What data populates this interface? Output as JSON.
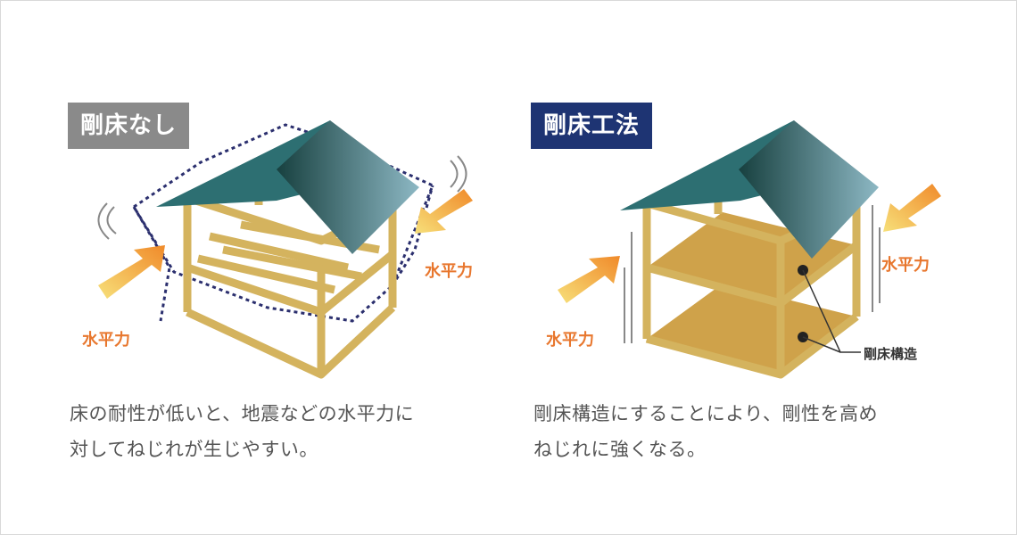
{
  "left": {
    "badge": "剛床なし",
    "force_label_1": "水平力",
    "force_label_2": "水平力",
    "caption_line1": "床の耐性が低いと、地震などの水平力に",
    "caption_line2": "対してねじれが生じやすい。"
  },
  "right": {
    "badge": "剛床工法",
    "force_label_1": "水平力",
    "force_label_2": "水平力",
    "floor_label": "剛床構造",
    "caption_line1": "剛床構造にすることにより、剛性を高め",
    "caption_line2": "ねじれに強くなる。"
  },
  "colors": {
    "frame": "#d4b35e",
    "floor": "#cfa24a",
    "roof": "#2d6f72",
    "arrow": "#f0a23a",
    "dashed": "#2b2f6e",
    "badge_gray": "#8a8a8a",
    "badge_navy": "#1e3473"
  }
}
